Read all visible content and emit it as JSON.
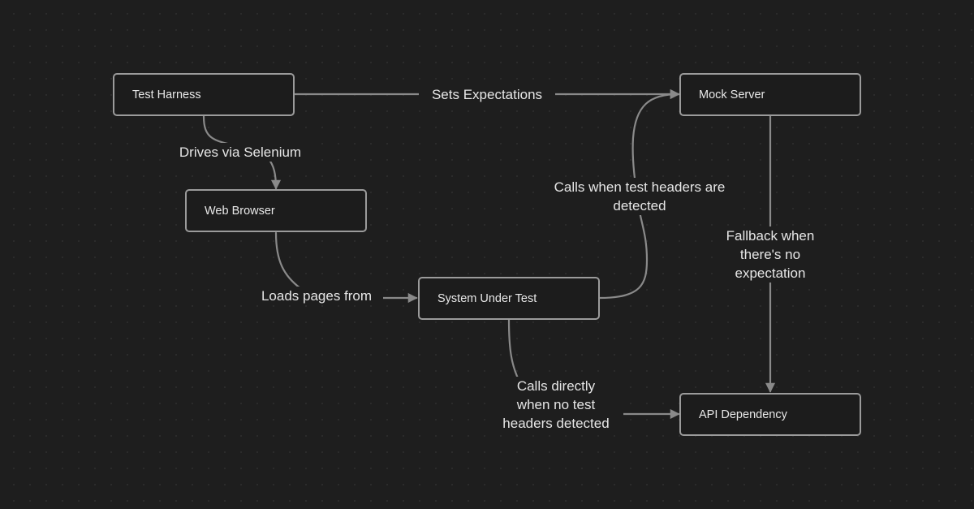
{
  "diagram": {
    "colors": {
      "background": "#1e1e1e",
      "node_border": "#9b9b9b",
      "node_fill": "#1c1c1c",
      "edge": "#8a8a8a",
      "text": "#e6e6e6"
    },
    "nodes": {
      "test_harness": "Test Harness",
      "mock_server": "Mock Server",
      "web_browser": "Web Browser",
      "system_under_test": "System Under Test",
      "api_dependency": "API Dependency"
    },
    "edges": [
      {
        "from": "Test Harness",
        "to": "Mock Server",
        "label": "Sets Expectations"
      },
      {
        "from": "Test Harness",
        "to": "Web Browser",
        "label": "Drives via Selenium"
      },
      {
        "from": "Web Browser",
        "to": "System Under Test",
        "label": "Loads pages from"
      },
      {
        "from": "System Under Test",
        "to": "Mock Server",
        "label": "Calls when test headers are\ndetected"
      },
      {
        "from": "Mock Server",
        "to": "API Dependency",
        "label": "Fallback when\nthere's no\nexpectation"
      },
      {
        "from": "System Under Test",
        "to": "API Dependency",
        "label": "Calls directly\nwhen no test\nheaders detected"
      }
    ]
  }
}
